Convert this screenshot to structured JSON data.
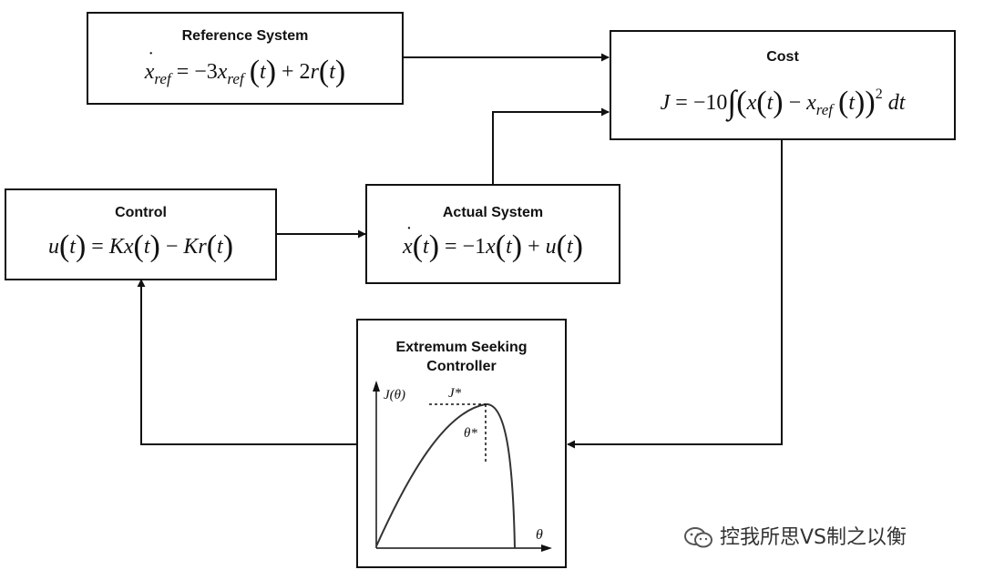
{
  "reference": {
    "title": "Reference System"
  },
  "cost": {
    "title": "Cost"
  },
  "control": {
    "title": "Control"
  },
  "actual": {
    "title": "Actual System"
  },
  "esc": {
    "title_line1": "Extremum Seeking",
    "title_line2": "Controller",
    "y_label": "J(θ)",
    "x_label": "θ",
    "peak_label": "J*",
    "theta_star_label": "θ*"
  },
  "watermark": {
    "text": "控我所思VS制之以衡",
    "icon": "wechat-icon"
  },
  "colors": {
    "line": "#111111",
    "background": "#ffffff"
  }
}
